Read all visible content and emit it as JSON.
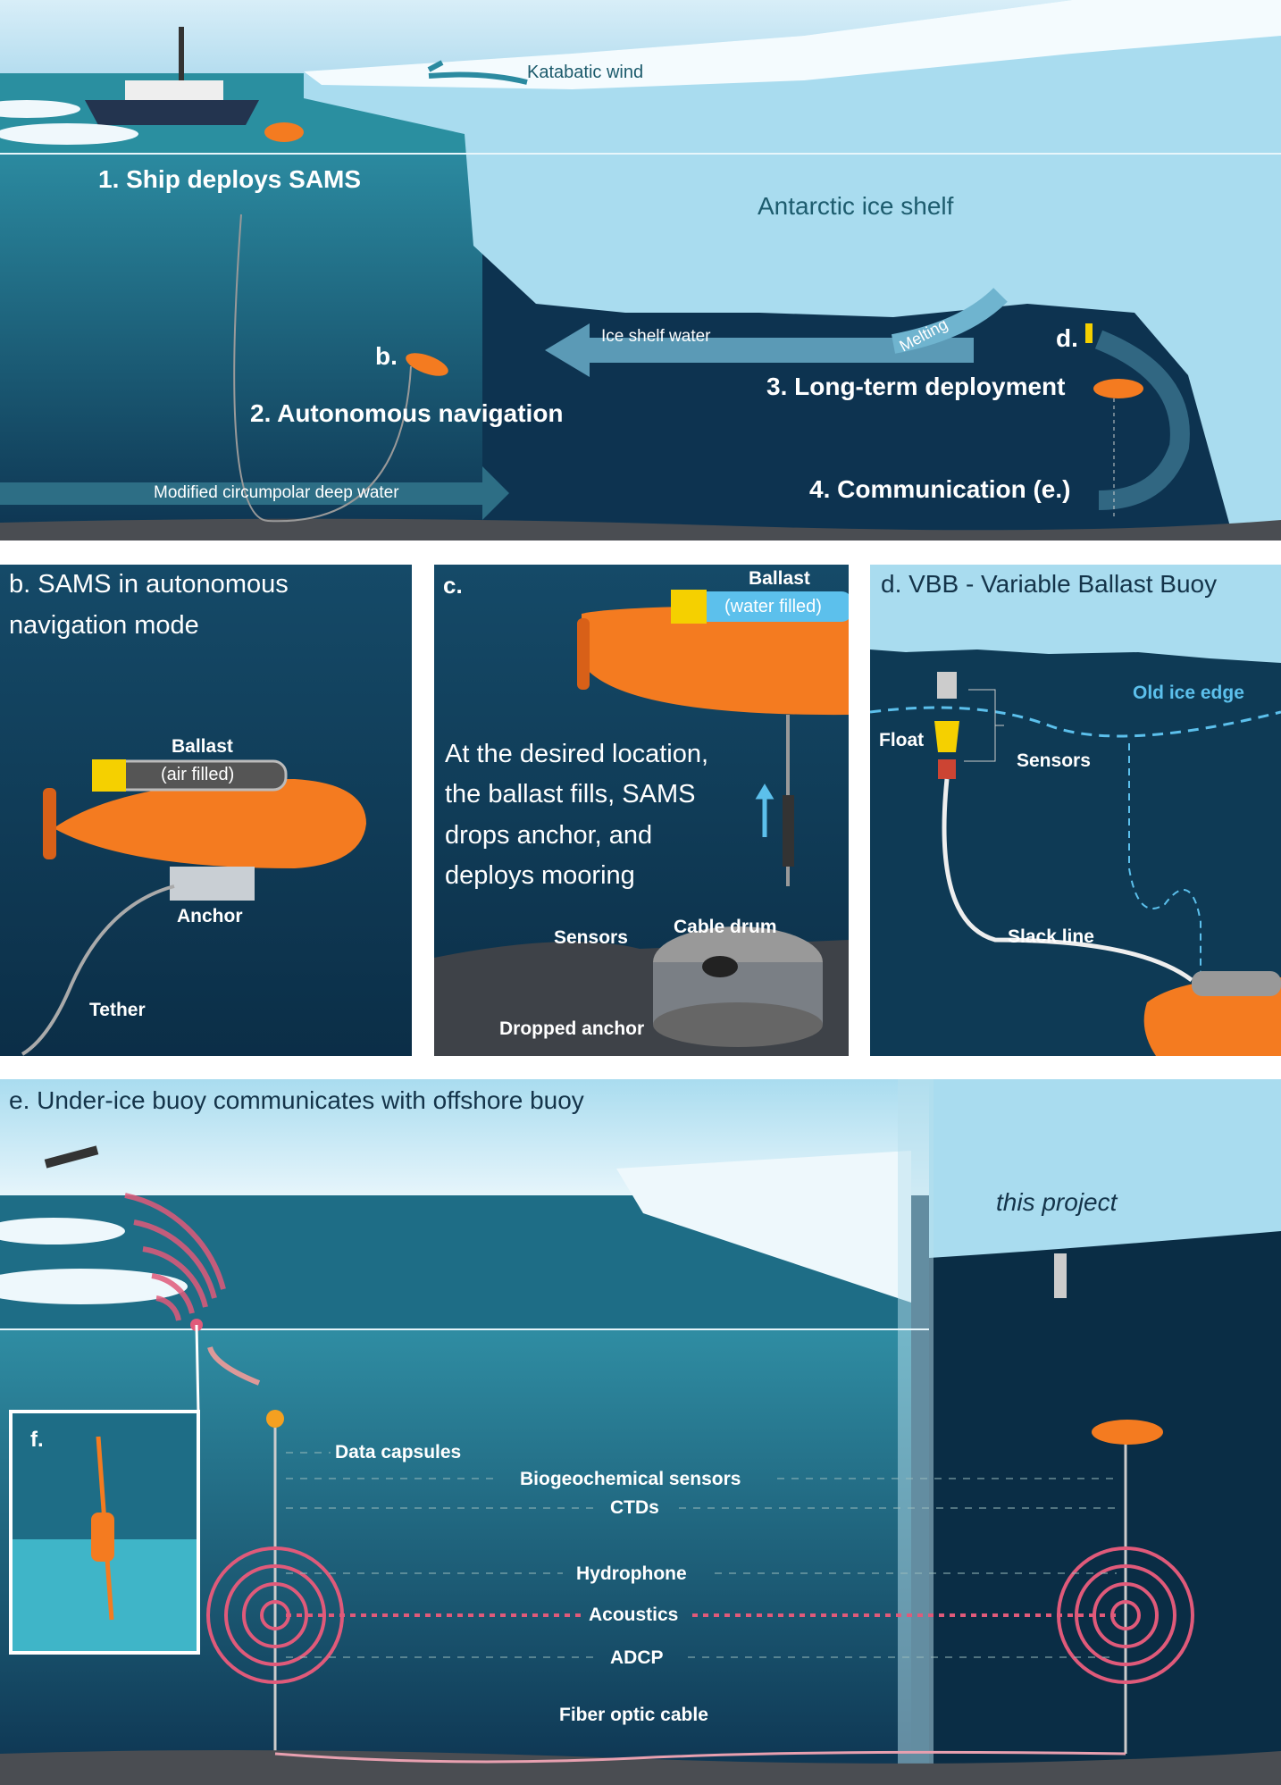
{
  "overview": {
    "katabatic_wind": "Katabatic wind",
    "step1": "1. Ship deploys SAMS",
    "ice_shelf": "Antarctic ice shelf",
    "marker_b": "b.",
    "marker_d": "d.",
    "ice_shelf_water": "Ice shelf water",
    "melting": "Melting",
    "step2": "2. Autonomous navigation",
    "step3": "3. Long-term deployment",
    "deep_water": "Modified circumpolar deep water",
    "step4": "4. Communication (e.)"
  },
  "panel_b": {
    "title_line1": "b. SAMS in autonomous",
    "title_line2": "navigation mode",
    "ballast": "Ballast",
    "ballast_state": "(air filled)",
    "anchor": "Anchor",
    "tether": "Tether"
  },
  "panel_c": {
    "title": "c.",
    "ballast": "Ballast",
    "ballast_state": "(water filled)",
    "text_line1": "At the desired location,",
    "text_line2": "the ballast fills, SAMS",
    "text_line3": "drops anchor, and",
    "text_line4": "deploys mooring",
    "sensors": "Sensors",
    "cable_drum": "Cable drum",
    "dropped_anchor": "Dropped anchor"
  },
  "panel_d": {
    "title": "d. VBB - Variable Ballast Buoy",
    "old_ice_edge": "Old ice edge",
    "float": "Float",
    "sensors": "Sensors",
    "slack_line": "Slack line"
  },
  "panel_e": {
    "title": "e. Under-ice buoy communicates with offshore buoy",
    "this_project": "this project",
    "inset_label": "f.",
    "data_capsules": "Data capsules",
    "biogeochemical": "Biogeochemical sensors",
    "ctds": "CTDs",
    "hydrophone": "Hydrophone",
    "acoustics": "Acoustics",
    "adcp": "ADCP",
    "fiber": "Fiber optic cable"
  },
  "colors": {
    "deep": "#0e3a55",
    "ice": "#a9dcef",
    "orange": "#f47b20",
    "yellow": "#f5d000",
    "pink": "#e05a7a"
  }
}
